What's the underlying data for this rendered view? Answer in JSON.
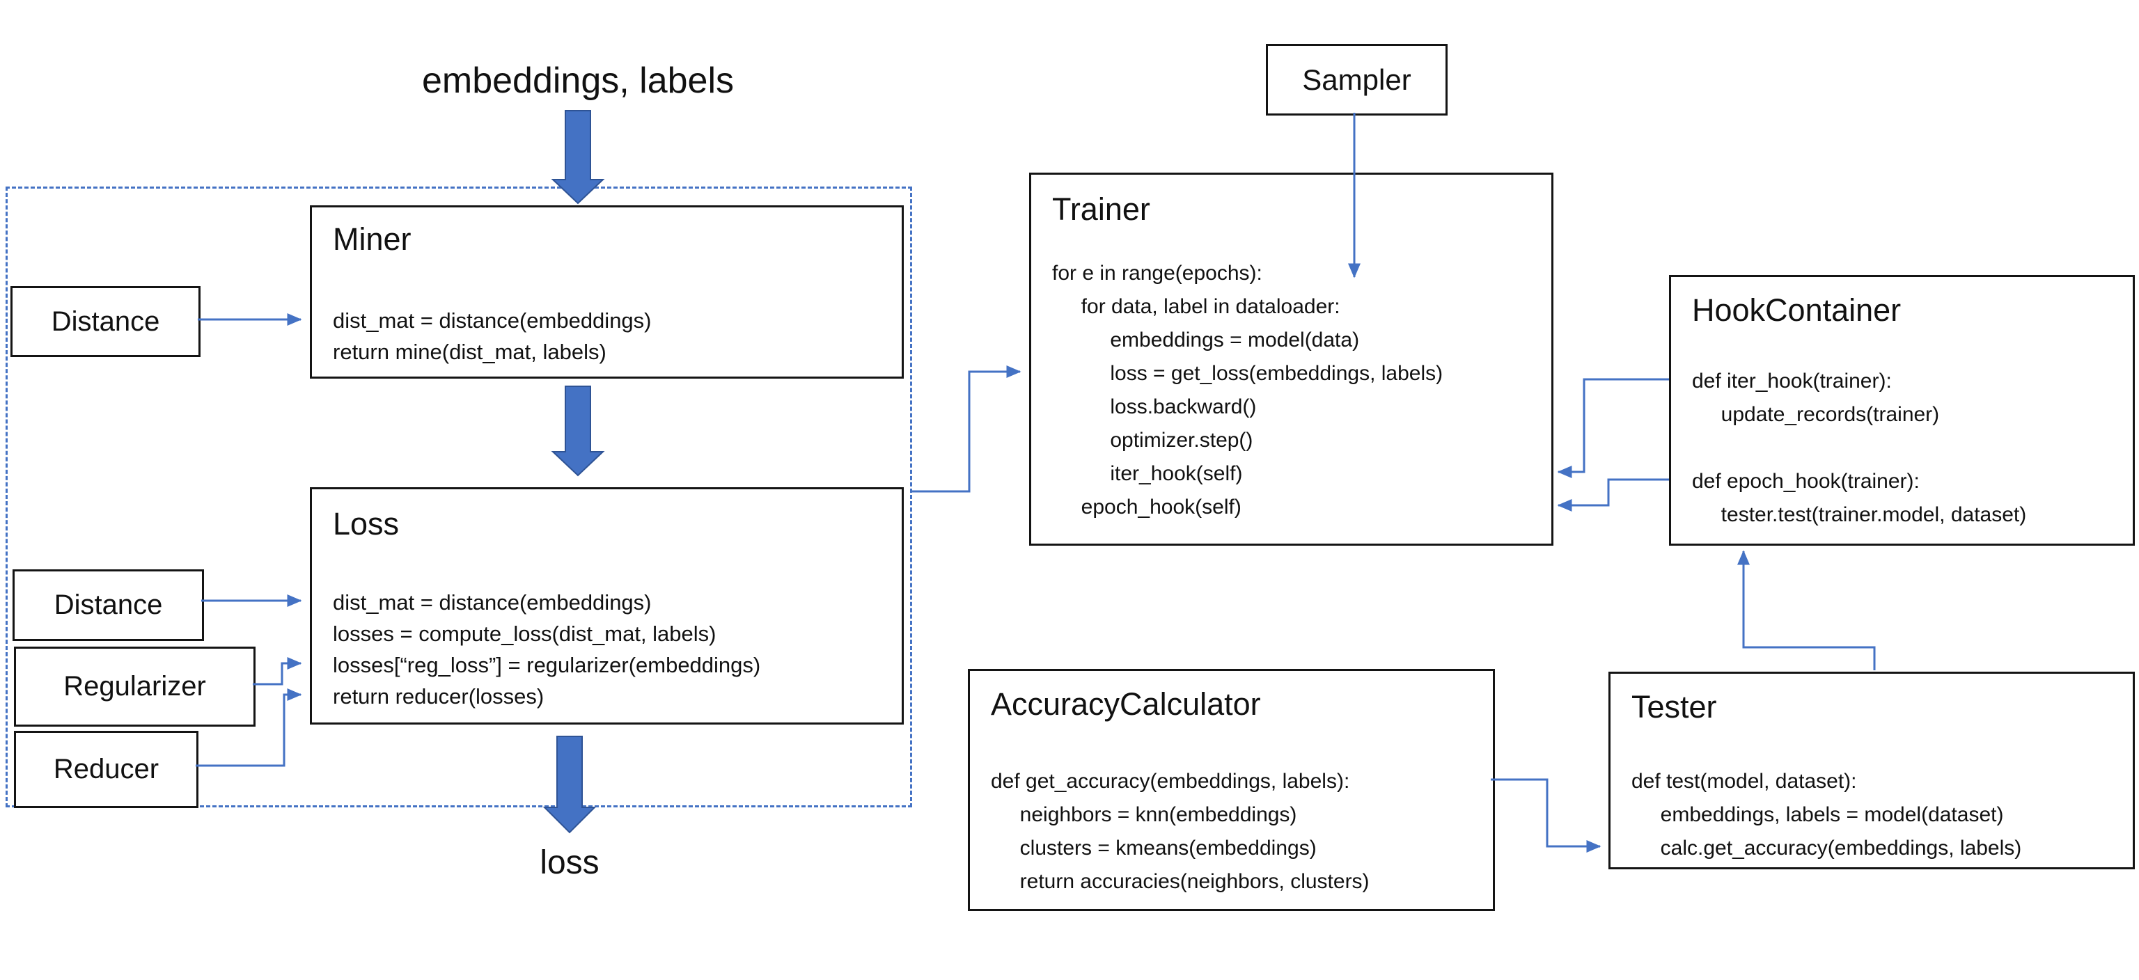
{
  "labels": {
    "input": "embeddings, labels",
    "output": "loss"
  },
  "colors": {
    "accent_blue": "#4472C4",
    "accent_blue_dark": "#2E5395",
    "box_border": "#141414",
    "background": "#ffffff"
  },
  "boxes": {
    "distance_top": {
      "label": "Distance"
    },
    "distance_mid": {
      "label": "Distance"
    },
    "regularizer": {
      "label": "Regularizer"
    },
    "reducer": {
      "label": "Reducer"
    },
    "sampler": {
      "label": "Sampler"
    },
    "miner": {
      "title": "Miner",
      "code": [
        "dist_mat = distance(embeddings)",
        "return mine(dist_mat, labels)"
      ]
    },
    "loss": {
      "title": "Loss",
      "code": [
        "dist_mat = distance(embeddings)",
        "losses = compute_loss(dist_mat, labels)",
        "losses[“reg_loss”] = regularizer(embeddings)",
        "return reducer(losses)"
      ]
    },
    "trainer": {
      "title": "Trainer",
      "code": [
        "for e in range(epochs):",
        "     for data, label in dataloader:",
        "          embeddings = model(data)",
        "          loss = get_loss(embeddings, labels)",
        "          loss.backward()",
        "          optimizer.step()",
        "          iter_hook(self)",
        "     epoch_hook(self)"
      ]
    },
    "hook_container": {
      "title": "HookContainer",
      "code": [
        "def iter_hook(trainer):",
        "     update_records(trainer)",
        "",
        "def epoch_hook(trainer):",
        "     tester.test(trainer.model, dataset)"
      ]
    },
    "accuracy_calculator": {
      "title": "AccuracyCalculator",
      "code": [
        "def get_accuracy(embeddings, labels):",
        "     neighbors = knn(embeddings)",
        "     clusters = kmeans(embeddings)",
        "     return accuracies(neighbors, clusters)"
      ]
    },
    "tester": {
      "title": "Tester",
      "code": [
        "def test(model, dataset):",
        "     embeddings, labels = model(dataset)",
        "     calc.get_accuracy(embeddings, labels)"
      ]
    }
  }
}
